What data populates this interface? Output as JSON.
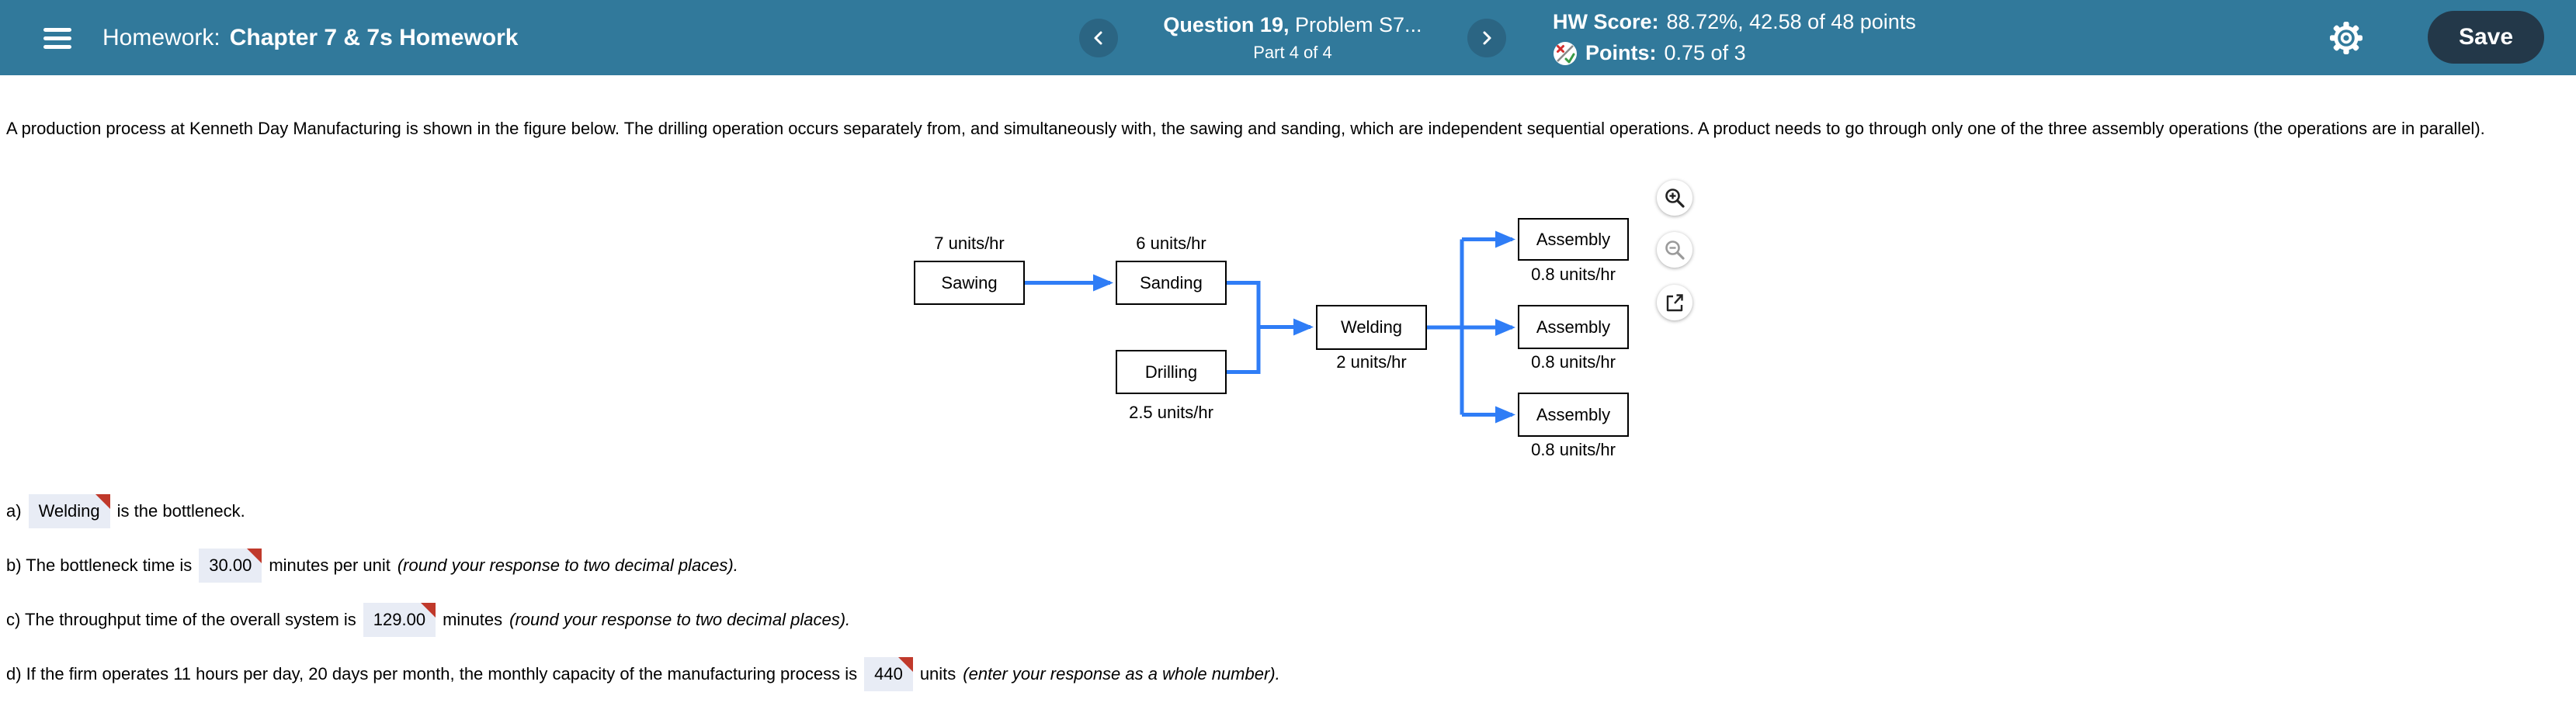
{
  "header": {
    "nav_label": "Homework:",
    "title": "Chapter 7 & 7s Homework",
    "question_label": "Question 19,",
    "question_sub": "Problem S7...",
    "part_label": "Part 4 of 4",
    "hw_score_label": "HW Score:",
    "hw_score_value": "88.72%, 42.58 of 48 points",
    "points_label": "Points:",
    "points_value": "0.75 of 3",
    "save_label": "Save"
  },
  "problem": {
    "text": "A production process at Kenneth Day Manufacturing is shown in the figure below. The drilling operation occurs separately from, and simultaneously with, the sawing and sanding, which are independent sequential operations. A product needs to go through only one of the three assembly operations (the operations are in parallel)."
  },
  "diagram": {
    "arrow_color": "#2F7DF6",
    "nodes": {
      "sawing": {
        "label": "Sawing",
        "rate": "7 units/hr"
      },
      "sanding": {
        "label": "Sanding",
        "rate": "6 units/hr"
      },
      "drilling": {
        "label": "Drilling",
        "rate": "2.5 units/hr"
      },
      "welding": {
        "label": "Welding",
        "rate": "2 units/hr"
      },
      "assembly1": {
        "label": "Assembly",
        "rate": "0.8 units/hr"
      },
      "assembly2": {
        "label": "Assembly",
        "rate": "0.8 units/hr"
      },
      "assembly3": {
        "label": "Assembly",
        "rate": "0.8 units/hr"
      }
    },
    "tools": {
      "zoom_in": "zoom-in",
      "zoom_out": "zoom-out",
      "open_external": "open-in-new-window"
    }
  },
  "answers": {
    "a": {
      "prefix": "a)",
      "value": "Welding",
      "suffix": "is the bottleneck."
    },
    "b": {
      "prefix": "b) The bottleneck time is",
      "value": "30.00",
      "suffix": "minutes per unit",
      "note": "(round your response to two decimal places)."
    },
    "c": {
      "prefix": "c) The throughput time of the overall system is",
      "value": "129.00",
      "suffix": "minutes",
      "note": "(round your response to two decimal places)."
    },
    "d": {
      "prefix": "d) If the firm operates 11 hours per day, 20 days per month, the monthly capacity of the manufacturing process is",
      "value": "440",
      "suffix": "units",
      "note": "(enter your response as a whole number)."
    }
  },
  "colors": {
    "header_teal": "#31799B",
    "nav_circle": "#2B6583",
    "save_navy": "#233849",
    "arrow_blue": "#2F7DF6",
    "answer_fill": "#E8ECF5",
    "flag_red": "#C0392B"
  }
}
